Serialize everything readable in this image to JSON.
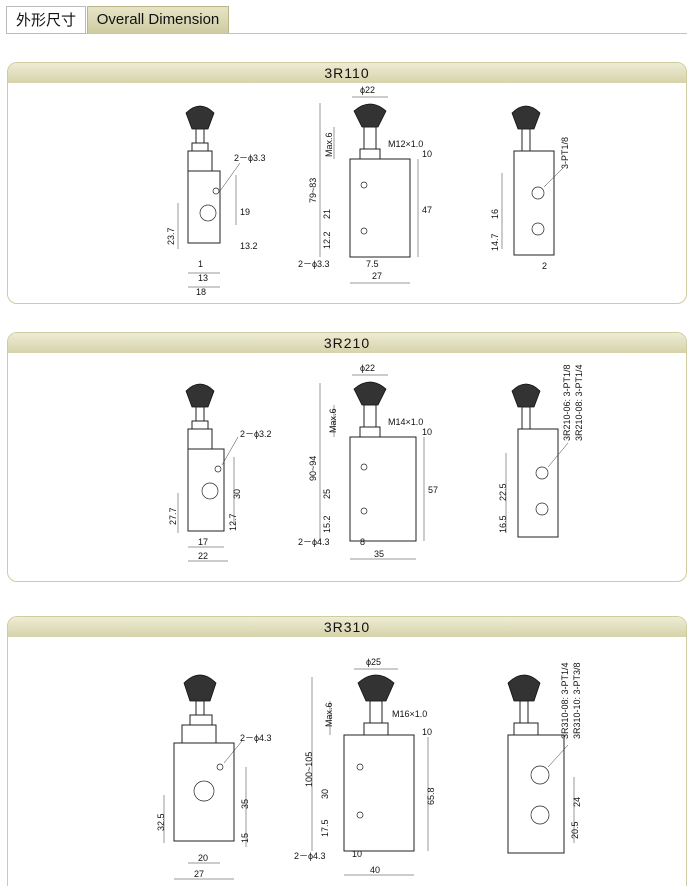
{
  "header": {
    "title_cn": "外形尺寸",
    "title_en": "Overall Dimension"
  },
  "models": [
    {
      "name": "3R110",
      "left": {
        "hole": "2－ϕ3.3",
        "d1": "19",
        "d2": "23.7",
        "d3": "13.2",
        "d4": "1",
        "d5": "13",
        "d6": "18"
      },
      "mid": {
        "phi": "ϕ22",
        "maxh": "Max.6",
        "thread": "M12×1.0",
        "range": "79~83",
        "d_top": "10",
        "d_a": "21",
        "d_b": "47",
        "d_c": "12.2",
        "hole": "2－ϕ3.3",
        "w1": "7.5",
        "w2": "27"
      },
      "right": {
        "port": [
          "3-PT1/8"
        ],
        "d1": "16",
        "d2": "14.7",
        "d3": "2"
      }
    },
    {
      "name": "3R210",
      "left": {
        "hole": "2－ϕ3.2",
        "d1": "30",
        "d2": "27.7",
        "d3": "12.7",
        "d5": "17",
        "d6": "22"
      },
      "mid": {
        "phi": "ϕ22",
        "maxh": "Max.6",
        "thread": "M14×1.0",
        "range": "90~94",
        "d_top": "10",
        "d_a": "25",
        "d_b": "57",
        "d_c": "15.2",
        "hole": "2－ϕ4.3",
        "w1": "8",
        "w2": "35"
      },
      "right": {
        "port": [
          "3R210-06:  3-PT1/8",
          "3R210-08:  3-PT1/4"
        ],
        "d1": "22.5",
        "d2": "16.5"
      }
    },
    {
      "name": "3R310",
      "left": {
        "hole": "2－ϕ4.3",
        "d1": "35",
        "d2": "32.5",
        "d3": "15",
        "d5": "20",
        "d6": "27"
      },
      "mid": {
        "phi": "ϕ25",
        "maxh": "Max.6",
        "thread": "M16×1.0",
        "range": "100~105",
        "d_top": "10",
        "d_a": "30",
        "d_b": "65.8",
        "d_c": "17.5",
        "hole": "2－ϕ4.3",
        "w1": "10",
        "w2": "40"
      },
      "right": {
        "port": [
          "3R310-08:  3-PT1/4",
          "3R310-10:  3-PT3/8"
        ],
        "d1": "24",
        "d2": "20.5"
      }
    }
  ]
}
